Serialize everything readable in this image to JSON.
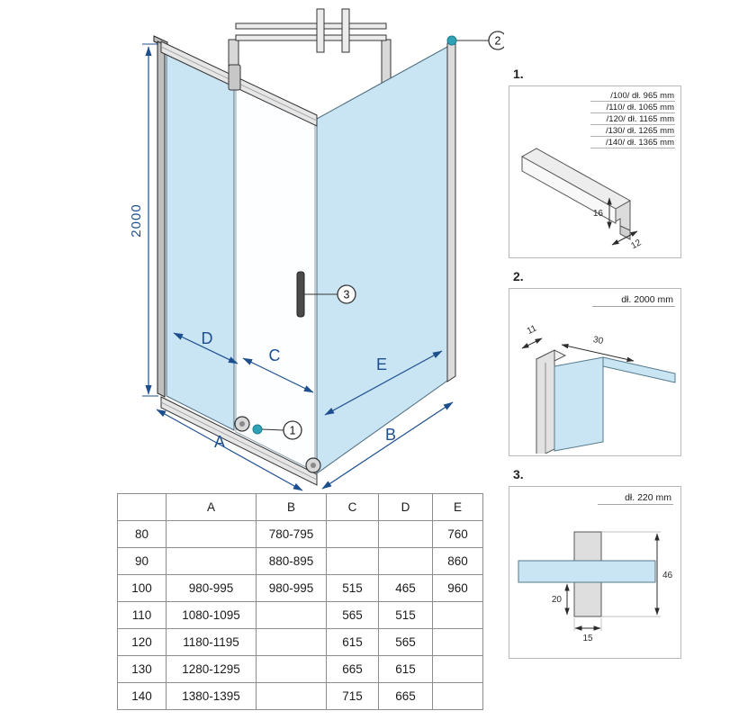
{
  "main_diagram": {
    "height_dim": "2000",
    "dim_labels": {
      "A": "A",
      "B": "B",
      "C": "C",
      "D": "D",
      "E": "E"
    },
    "callouts": {
      "c1": "1",
      "c2": "2",
      "c3": "3"
    },
    "glass_color": "#c9e4f3",
    "dimension_color": "#1d4f8f"
  },
  "details": {
    "d1": {
      "label": "1.",
      "lengths": [
        "/100/ dł. 965 mm",
        "/110/ dł. 1065 mm",
        "/120/ dł. 1165 mm",
        "/130/ dł. 1265 mm",
        "/140/ dł. 1365 mm"
      ],
      "dim_height": "16",
      "dim_depth": "12"
    },
    "d2": {
      "label": "2.",
      "length": "dł. 2000 mm",
      "dim_width": "11",
      "dim_depth": "30"
    },
    "d3": {
      "label": "3.",
      "length": "dł. 220 mm",
      "dim_height": "46",
      "dim_bottom": "20",
      "dim_width": "15"
    }
  },
  "table": {
    "headers": [
      "",
      "A",
      "B",
      "C",
      "D",
      "E"
    ],
    "rows": [
      [
        "80",
        "",
        "780-795",
        "",
        "",
        "760"
      ],
      [
        "90",
        "",
        "880-895",
        "",
        "",
        "860"
      ],
      [
        "100",
        "980-995",
        "980-995",
        "515",
        "465",
        "960"
      ],
      [
        "110",
        "1080-1095",
        "",
        "565",
        "515",
        ""
      ],
      [
        "120",
        "1180-1195",
        "",
        "615",
        "565",
        ""
      ],
      [
        "130",
        "1280-1295",
        "",
        "665",
        "615",
        ""
      ],
      [
        "140",
        "1380-1395",
        "",
        "715",
        "665",
        ""
      ]
    ]
  }
}
